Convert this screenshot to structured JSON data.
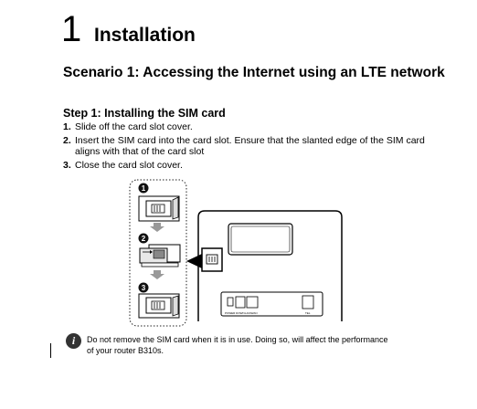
{
  "chapter": {
    "number": "1",
    "title": "Installation"
  },
  "scenario_title": "Scenario 1: Accessing the Internet using an LTE network",
  "step": {
    "title": "Step 1: Installing the SIM card",
    "items": [
      {
        "num": "1.",
        "text": "Slide off the card slot cover."
      },
      {
        "num": "2.",
        "text": "Insert the SIM card into the card slot. Ensure that the slanted edge of the SIM card aligns with that of the card slot"
      },
      {
        "num": "3.",
        "text": "Close the card slot cover."
      }
    ]
  },
  "figure": {
    "callouts": [
      "1",
      "2",
      "3"
    ],
    "port_labels": [
      "POWER  DOWN",
      "LAN/WAN",
      "TEL"
    ]
  },
  "note": {
    "icon": "info-icon",
    "text": "Do not remove the SIM card when it is in use. Doing so, will affect the performance of your router B310s."
  }
}
